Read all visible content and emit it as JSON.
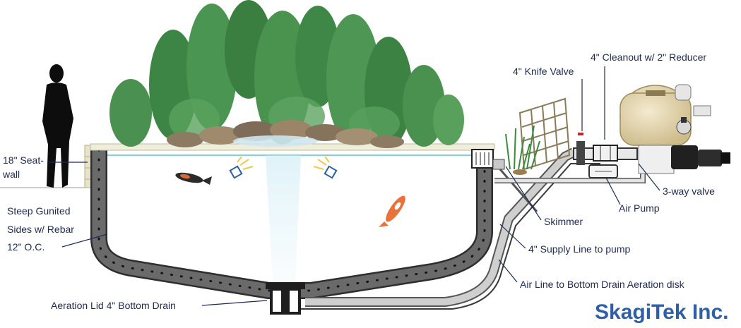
{
  "labels": {
    "seat_wall_line1": "18\" Seat-",
    "seat_wall_line2": "wall",
    "sides_line1": "Steep Gunited",
    "sides_line2": "Sides w/ Rebar",
    "sides_line3": "12\" O.C.",
    "bottom_drain": "Aeration Lid 4\" Bottom Drain",
    "knife_valve": "4\" Knife Valve",
    "cleanout": "4\" Cleanout  w/ 2\" Reducer",
    "three_way_valve": "3-way valve",
    "air_pump": "Air Pump",
    "skimmer": "Skimmer",
    "supply_line": "4\" Supply Line to pump",
    "air_line": "Air Line to Bottom Drain Aeration disk"
  },
  "brand": "SkagiTek Inc.",
  "colors": {
    "text": "#1c2a55",
    "brand": "#2f5fa6",
    "concrete": "#5e5e5e",
    "water_line": "#7fd0e0",
    "foliage": "#3f8a45",
    "filter_tank": "#e6d6ad"
  }
}
